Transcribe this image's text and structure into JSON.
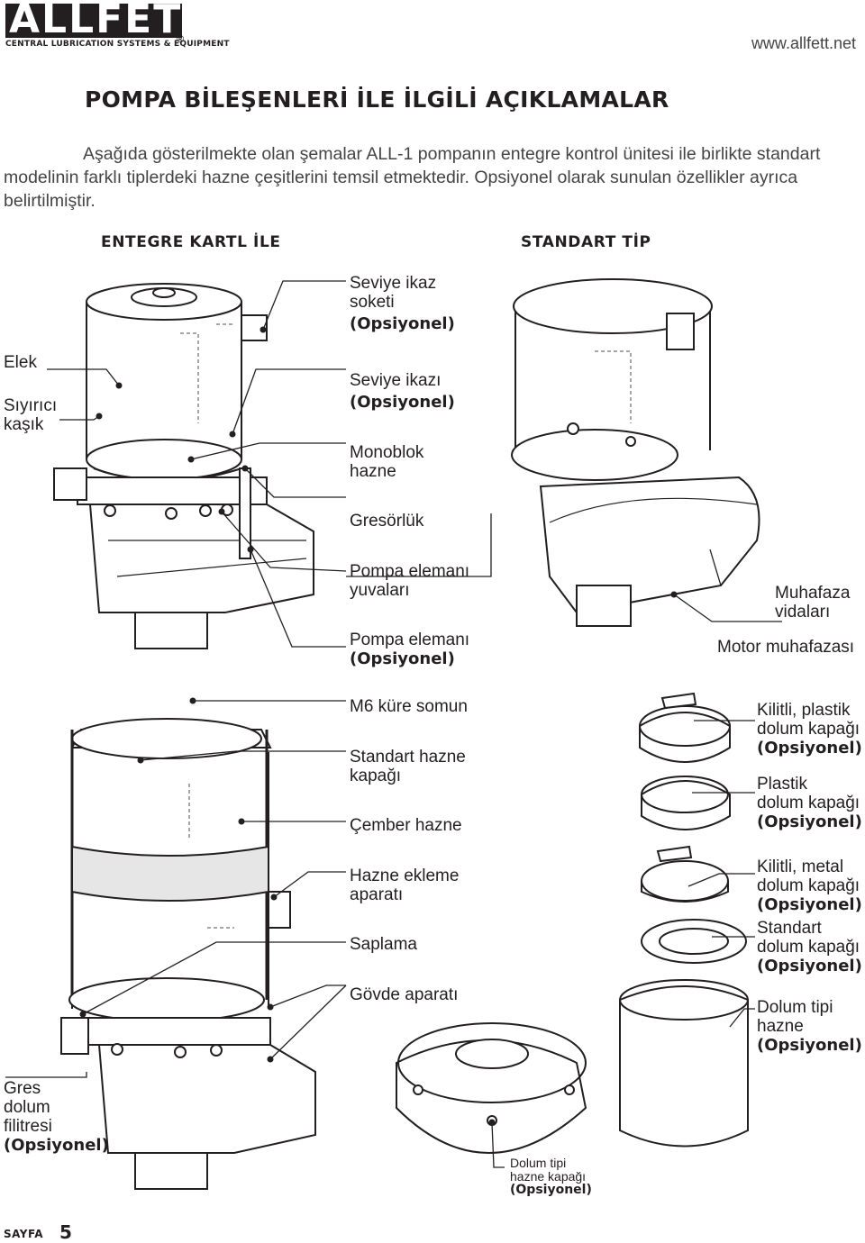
{
  "header": {
    "logo_text": "ALLFETT",
    "logo_subtitle": "CENTRAL LUBRICATION SYSTEMS & EQUIPMENT",
    "logo_registered": "®",
    "url": "www.allfett.net"
  },
  "page_title": "POMPA BİLEŞENLERİ İLE İLGİLİ AÇIKLAMALAR",
  "intro": {
    "line1": "Aşağıda gösterilmekte olan şemalar ALL-1 pompanın entegre kontrol ünitesi ile birlikte standart",
    "line2": "modelinin farklı tiplerdeki hazne çeşitlerini temsil etmektedir. Opsiyonel olarak sunulan özellikler ayrıca",
    "line3": "belirtilmiştir."
  },
  "sections": {
    "left_heading": "ENTEGRE KARTL İLE",
    "right_heading": "STANDART TİP"
  },
  "labels": {
    "elek": "Elek",
    "siyirici_1": "Sıyırıcı",
    "siyirici_2": "kaşık",
    "seviye_soket_1": "Seviye ikaz",
    "seviye_soket_2": "soketi",
    "seviye_soket_opt": "(Opsiyonel)",
    "seviye_ikazi": "Seviye ikazı",
    "seviye_ikazi_opt": "(Opsiyonel)",
    "monoblok_1": "Monoblok",
    "monoblok_2": "hazne",
    "gresorluk": "Gresörlük",
    "pompa_yuva_1": "Pompa elemanı",
    "pompa_yuva_2": "yuvaları",
    "pompa_elemani": "Pompa elemanı",
    "pompa_elemani_opt": "(Opsiyonel)",
    "muhafaza_1": "Muhafaza",
    "muhafaza_2": "vidaları",
    "motor_muhafazasi": "Motor muhafazası",
    "m6": "M6 küre somun",
    "std_kapak_1": "Standart hazne",
    "std_kapak_2": "kapağı",
    "cember": "Çember hazne",
    "ekleme_1": "Hazne ekleme",
    "ekleme_2": "aparatı",
    "saplama": "Saplama",
    "govde": "Gövde aparatı",
    "kilitli_plastik_1": "Kilitli, plastik",
    "kilitli_plastik_2": "dolum kapağı",
    "kilitli_plastik_opt": "(Opsiyonel)",
    "plastik_1": "Plastik",
    "plastik_2": "dolum kapağı",
    "plastik_opt": "(Opsiyonel)",
    "kilitli_metal_1": "Kilitli, metal",
    "kilitli_metal_2": "dolum kapağı",
    "kilitli_metal_opt": "(Opsiyonel)",
    "standart_dolum_1": "Standart",
    "standart_dolum_2": "dolum kapağı",
    "standart_dolum_opt": "(Opsiyonel)",
    "dolum_tipi_1": "Dolum tipi",
    "dolum_tipi_2": "hazne",
    "dolum_tipi_opt": "(Opsiyonel)",
    "gres_1": "Gres",
    "gres_2": "dolum",
    "gres_3": "filitresi",
    "gres_opt": "(Opsiyonel)",
    "dolum_kapak_1": "Dolum tipi",
    "dolum_kapak_2": "hazne kapağı",
    "dolum_kapak_opt": "(Opsiyonel)"
  },
  "footer": {
    "page_label": "SAYFA",
    "page_number": "5"
  }
}
